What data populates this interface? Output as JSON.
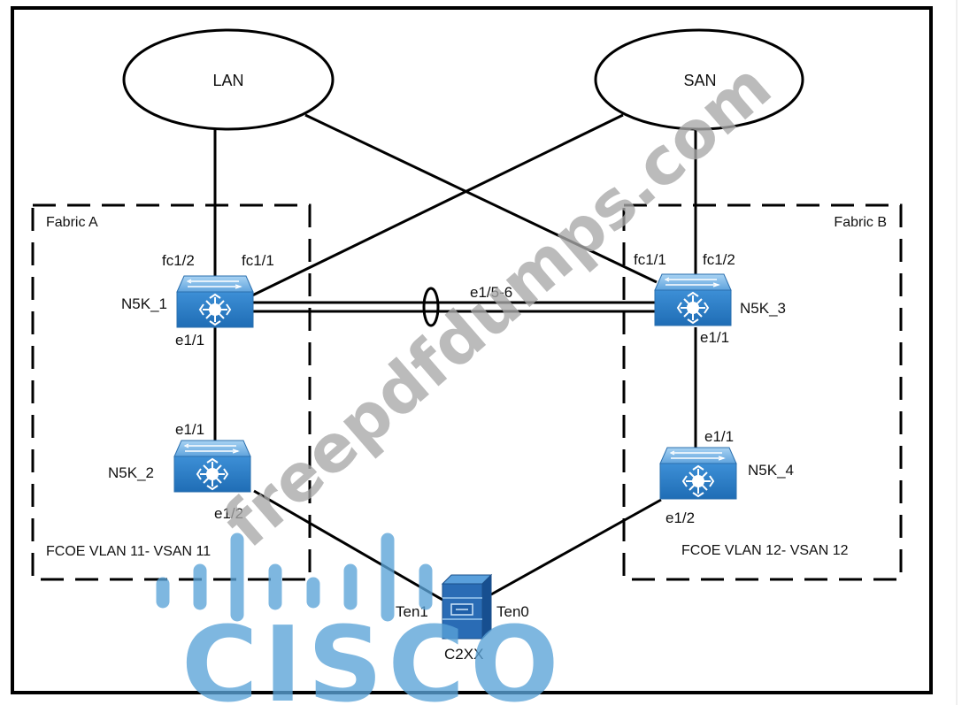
{
  "diagram": {
    "clouds": [
      {
        "id": "lan",
        "label": "LAN"
      },
      {
        "id": "san",
        "label": "SAN"
      }
    ],
    "fabrics": [
      {
        "id": "fabric-a",
        "label": "Fabric A",
        "vlan_vsan": "FCOE VLAN 11- VSAN 11"
      },
      {
        "id": "fabric-b",
        "label": "Fabric B",
        "vlan_vsan": "FCOE VLAN 12- VSAN 12"
      }
    ],
    "switches": [
      {
        "id": "n5k-1",
        "label": "N5K_1"
      },
      {
        "id": "n5k-2",
        "label": "N5K_2"
      },
      {
        "id": "n5k-3",
        "label": "N5K_3"
      },
      {
        "id": "n5k-4",
        "label": "N5K_4"
      }
    ],
    "server": {
      "id": "c2xx",
      "label": "C2XX"
    },
    "ports": {
      "n5k1_fc12": "fc1/2",
      "n5k1_fc11": "fc1/1",
      "n5k1_e11": "e1/1",
      "n5k2_e11": "e1/1",
      "n5k2_e12": "e1/2",
      "n5k3_fc11": "fc1/1",
      "n5k3_fc12": "fc1/2",
      "n5k3_e11": "e1/1",
      "n5k4_e11": "e1/1",
      "n5k4_e12": "e1/2",
      "server_ten1": "Ten1",
      "server_ten0": "Ten0",
      "port_channel": "e1/5-6"
    },
    "links": [
      {
        "from": "LAN",
        "to": "N5K_1",
        "port": "fc1/2"
      },
      {
        "from": "LAN",
        "to": "N5K_3",
        "port": "fc1/1"
      },
      {
        "from": "SAN",
        "to": "N5K_1",
        "port": "fc1/1"
      },
      {
        "from": "SAN",
        "to": "N5K_3",
        "port": "fc1/2"
      },
      {
        "from": "N5K_1",
        "to": "N5K_3",
        "port": "e1/5-6",
        "type": "port-channel"
      },
      {
        "from": "N5K_1",
        "to": "N5K_2",
        "port": "e1/1"
      },
      {
        "from": "N5K_3",
        "to": "N5K_4",
        "port": "e1/1"
      },
      {
        "from": "N5K_2",
        "to": "C2XX",
        "port": "e1/2 - Ten1"
      },
      {
        "from": "N5K_4",
        "to": "C2XX",
        "port": "e1/2 - Ten0"
      }
    ]
  },
  "watermarks": {
    "site": "freepdfdumps.com",
    "brand": "CISCO"
  },
  "colors": {
    "switch_blue": "#2f7fc4",
    "switch_top": "#6fb0e6",
    "server_blue": "#1f5fa8",
    "cisco_blue": "#5aa3d8",
    "watermark_gray": "#a9a9a9"
  }
}
